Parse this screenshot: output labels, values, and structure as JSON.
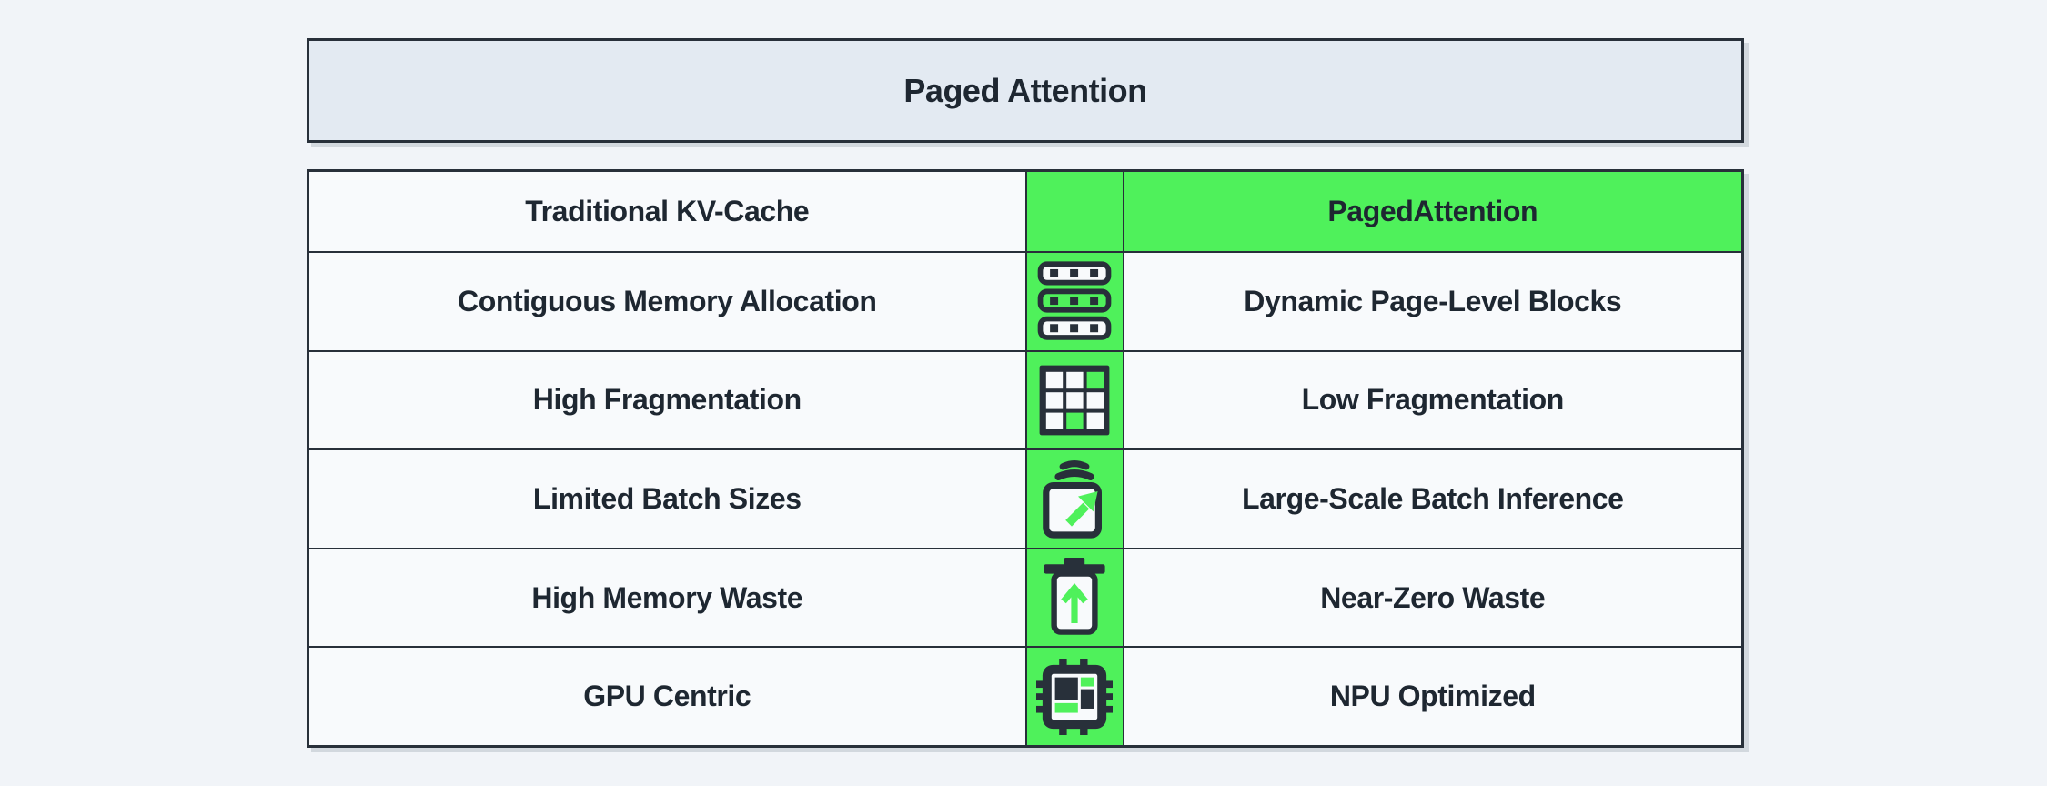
{
  "page": {
    "title": "Paged Attention"
  },
  "table": {
    "header": {
      "left": "Traditional KV-Cache",
      "right": "PagedAttention"
    },
    "rows": [
      {
        "left": "Contiguous Memory Allocation",
        "icon": "memory-stack-icon",
        "right": "Dynamic Page-Level Blocks"
      },
      {
        "left": "High Fragmentation",
        "icon": "grid-blocks-icon",
        "right": "Low Fragmentation"
      },
      {
        "left": "Limited Batch Sizes",
        "icon": "batch-scale-icon",
        "right": "Large-Scale Batch Inference"
      },
      {
        "left": "High Memory Waste",
        "icon": "trash-reduce-icon",
        "right": "Near-Zero Waste"
      },
      {
        "left": "GPU Centric",
        "icon": "npu-chip-icon",
        "right": "NPU Optimized"
      }
    ]
  },
  "colors": {
    "accent_green": "#4ff15b",
    "dark_border": "#28303a",
    "cell_background": "#f8fafc",
    "title_background": "#e3eaf2",
    "page_background": "#f1f4f8",
    "text": "#1e2731"
  }
}
